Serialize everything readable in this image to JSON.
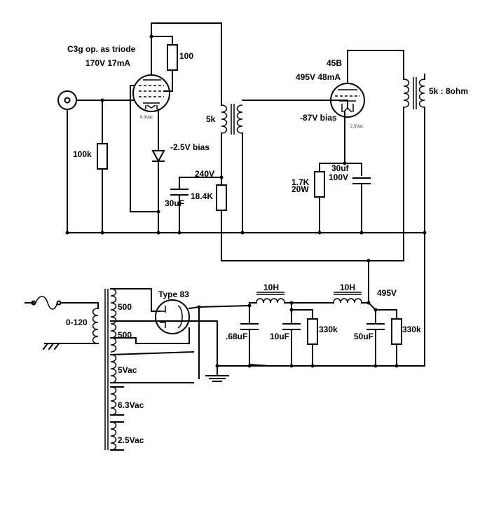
{
  "labels": {
    "driver_tube": "C3g op. as triode",
    "driver_operating": "170V 17mA",
    "grid_stopper": "100",
    "input_resistor": "100k",
    "driver_heater": "6.3Vac",
    "driver_bias": "-2.5V bias",
    "interstage_primary": "5k",
    "b_plus_240": "240V",
    "cap_30uf_driver": "30uF",
    "dropping_resistor": "18.4K",
    "output_tube": "45B",
    "output_operating": "495V 48mA",
    "output_bias": "-87V bias",
    "output_heater": "2.5Vac",
    "output_transformer": "5k : 8ohm",
    "cathode_cap_value": "30uf",
    "cathode_cap_voltage": "100V",
    "cathode_res_value": "1.7K",
    "cathode_res_power": "20W",
    "rectifier": "Type 83",
    "choke_1": "10H",
    "choke_2": "10H",
    "b_plus_495": "495V",
    "cap_068": ".68uF",
    "cap_10": "10uF",
    "bleeder_1": "330k",
    "cap_50": "50uF",
    "bleeder_2": "330k",
    "mains_primary": "0-120",
    "hv_winding_upper": "500",
    "hv_winding_lower": "500",
    "rect_heater_winding": "5Vac",
    "heater_63_winding": "6.3Vac",
    "heater_25_winding": "2.5Vac"
  }
}
